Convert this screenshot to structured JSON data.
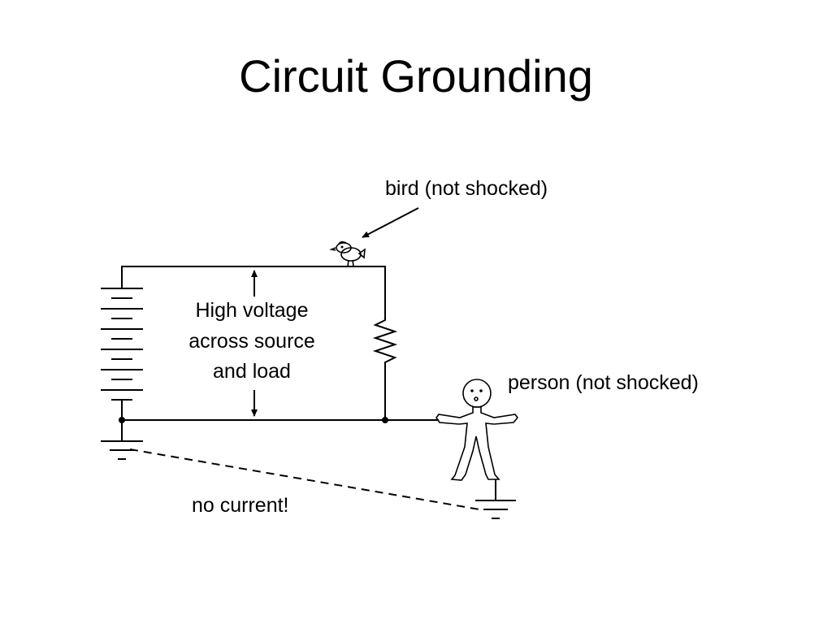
{
  "slide": {
    "title": "Circuit Grounding"
  },
  "diagram": {
    "labels": {
      "bird": "bird (not shocked)",
      "voltage_line1": "High voltage",
      "voltage_line2": "across source",
      "voltage_line3": "and load",
      "person": "person (not shocked)",
      "no_current": "no current!"
    },
    "icons": [
      "battery-icon",
      "resistor-icon",
      "bird-icon",
      "person-icon",
      "ground-icon"
    ],
    "colors": {
      "ink": "#000000",
      "background": "#ffffff"
    }
  }
}
